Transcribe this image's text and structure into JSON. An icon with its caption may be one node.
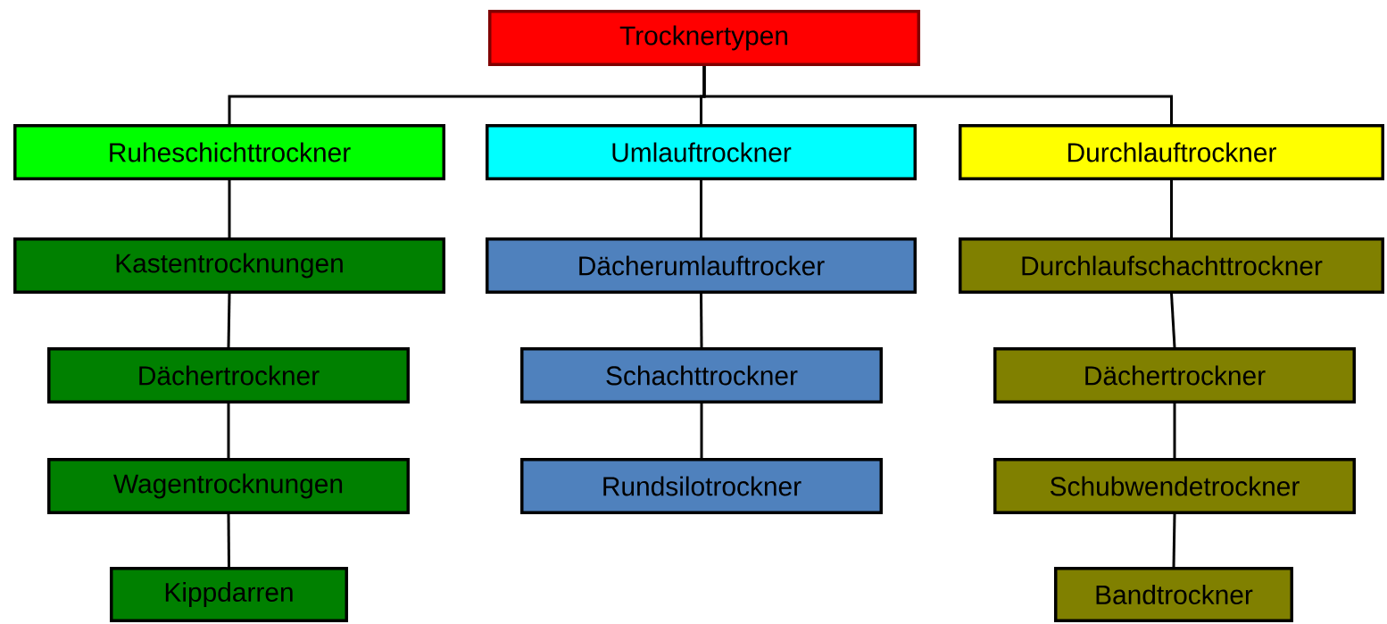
{
  "diagram": {
    "nodes": [
      {
        "text": [
          "Trocknertypen"
        ]
      },
      {
        "text": [
          "Ruheschichttrockner"
        ]
      },
      {
        "text": [
          "Umlauftrockner"
        ]
      },
      {
        "text": [
          "Durchlauftrockner"
        ]
      },
      {
        "text": [
          "Kastentrocknungen"
        ]
      },
      {
        "text": [
          "Dächertrockner"
        ]
      },
      {
        "text": [
          "Wagentrocknungen"
        ]
      },
      {
        "text": [
          "Kippdarren"
        ]
      },
      {
        "text": [
          "Dächerumlauftrocker"
        ]
      },
      {
        "text": [
          "Schachttrockner"
        ]
      },
      {
        "text": [
          "Rundsilotrockner"
        ]
      },
      {
        "text": [
          "Durchlaufschachttrockner"
        ]
      },
      {
        "text": [
          "Dächertrockner"
        ]
      },
      {
        "text": [
          "Schubwendetrockner"
        ]
      },
      {
        "text": [
          "Bandtrockner"
        ]
      }
    ],
    "edges": [
      {
        "from": 0,
        "to": 1,
        "arrow": "none"
      },
      {
        "from": 0,
        "to": 2,
        "arrow": "none"
      },
      {
        "from": 0,
        "to": 3,
        "arrow": "none"
      },
      {
        "from": 1,
        "to": 4,
        "arrow": "none"
      },
      {
        "from": 4,
        "to": 5,
        "arrow": "none"
      },
      {
        "from": 5,
        "to": 6,
        "arrow": "none"
      },
      {
        "from": 6,
        "to": 7,
        "arrow": "none"
      },
      {
        "from": 2,
        "to": 8,
        "arrow": "none"
      },
      {
        "from": 8,
        "to": 9,
        "arrow": "none"
      },
      {
        "from": 9,
        "to": 10,
        "arrow": "none"
      },
      {
        "from": 3,
        "to": 11,
        "arrow": "none"
      },
      {
        "from": 11,
        "to": 12,
        "arrow": "none"
      },
      {
        "from": 12,
        "to": 13,
        "arrow": "none"
      },
      {
        "from": 13,
        "to": 14,
        "arrow": "none"
      }
    ]
  }
}
